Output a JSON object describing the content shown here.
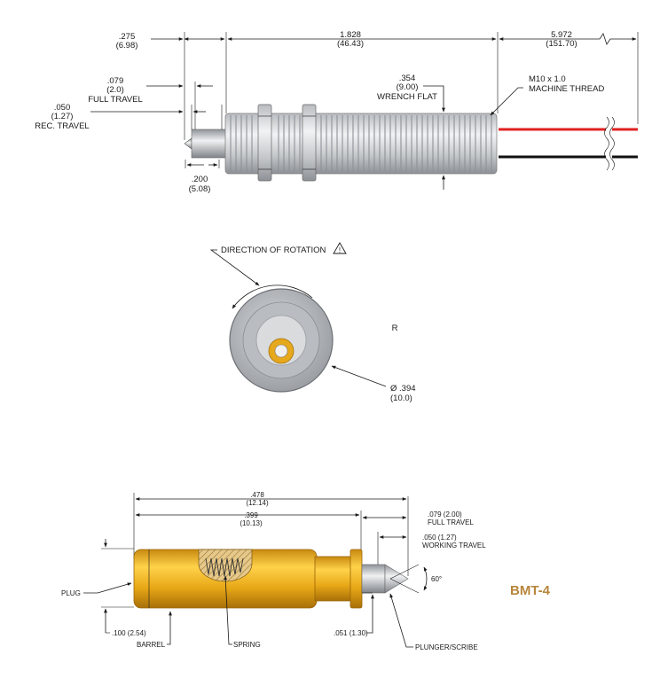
{
  "top_view": {
    "dim_275": ".275",
    "dim_275_mm": "(6.98)",
    "dim_1828": "1.828",
    "dim_1828_mm": "(46.43)",
    "dim_5972": "5.972",
    "dim_5972_mm": "(151.70)",
    "dim_079": ".079",
    "dim_079_mm": "(2.0)",
    "full_travel": "FULL TRAVEL",
    "dim_050": ".050",
    "dim_050_mm": "(1.27)",
    "rec_travel": "REC. TRAVEL",
    "dim_354": ".354",
    "dim_354_mm": "(9.00)",
    "wrench_flat": "WRENCH FLAT",
    "thread_1": "M10 x 1.0",
    "thread_2": "MACHINE THREAD",
    "dim_200": ".200",
    "dim_200_mm": "(5.08)",
    "wire_colors": [
      "#e02020",
      "#111111"
    ]
  },
  "end_view": {
    "rotation": "DIRECTION OF ROTATION",
    "warning_glyph": "!",
    "r_label": "R",
    "dia": "Ø .394",
    "dia_mm": "(10.0)"
  },
  "bottom_view": {
    "dim_478": ".478",
    "dim_478_mm": "(12.14)",
    "dim_399": ".399",
    "dim_399_mm": "(10.13)",
    "full_travel": ".079 (2.00)",
    "full_travel_lbl": "FULL TRAVEL",
    "working_travel": ".050 (1.27)",
    "working_travel_lbl": "WORKING TRAVEL",
    "angle": "60°",
    "plug": "PLUG",
    "barrel": "BARREL",
    "spring": "SPRING",
    "plunger": "PLUNGER/SCRIBE",
    "dim_100": ".100 (2.54)",
    "dim_051": ".051 (1.30)",
    "part_no": "BMT-4",
    "gold_color": "#e3a71a"
  }
}
